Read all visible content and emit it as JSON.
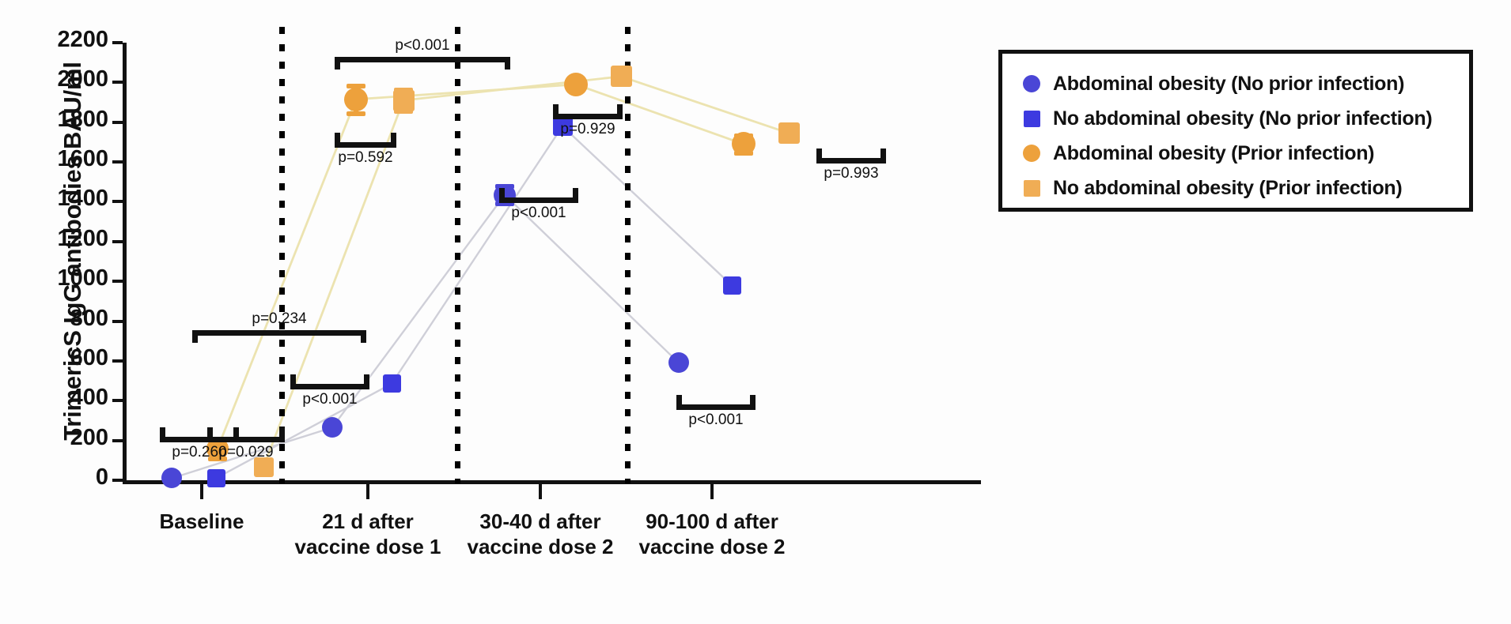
{
  "chart_data": {
    "type": "line",
    "title": "",
    "xlabel": "",
    "ylabel": "TrimericS IgG antibodies BAU/ml",
    "ylim": [
      0,
      2200
    ],
    "ytick_step": 200,
    "grid": false,
    "legend_position": "right",
    "categories": [
      "Baseline",
      "21 d after vaccine dose 1",
      "30-40 d after vaccine dose 2",
      "90-100 d after vaccine dose 2"
    ],
    "ytick_labels": [
      "2200",
      "2000",
      "1800",
      "1600",
      "1400",
      "1200",
      "1000",
      "800",
      "600",
      "400",
      "200",
      "0"
    ],
    "series": [
      {
        "name": "Abdominal obesity (No prior infection)",
        "marker": "circle",
        "color": "#4a46d6",
        "values": [
          10,
          265,
          1435,
          590
        ],
        "errors": [
          0,
          0,
          30,
          0
        ]
      },
      {
        "name": "No abdominal obesity (No prior infection)",
        "marker": "square",
        "color": "#3d3ae0",
        "values": [
          10,
          485,
          1780,
          980
        ],
        "errors": [
          0,
          0,
          0,
          0
        ]
      },
      {
        "name": "Abdominal obesity (Prior infection)",
        "marker": "circle",
        "color": "#edA13c",
        "values": [
          160,
          1915,
          1990,
          1690
        ],
        "errors": [
          35,
          55,
          0,
          30
        ]
      },
      {
        "name": "No abdominal obesity (Prior infection)",
        "marker": "square",
        "color": "#f0ad55",
        "values": [
          65,
          1910,
          2030,
          1745
        ],
        "errors": [
          0,
          40,
          0,
          0
        ]
      }
    ],
    "annotations": [
      {
        "id": "p-baseline-noinf",
        "text": "p=0.260",
        "group": "Baseline, no prior infection (circle vs square)"
      },
      {
        "id": "p-baseline-prior",
        "text": "p=0.029",
        "group": "Baseline, prior infection (circle vs square)"
      },
      {
        "id": "p-baseline-cross",
        "text": "p=0.234",
        "group": "Baseline, no-prior-infection vs prior-infection"
      },
      {
        "id": "p-21d-noinf",
        "text": "p<0.001",
        "group": "21 d, no prior infection (circle vs square)"
      },
      {
        "id": "p-21d-prior",
        "text": "p=0.592",
        "group": "21 d, prior infection (circle vs square)"
      },
      {
        "id": "p-21d-cross",
        "text": "p<0.001",
        "group": "21 d, no-prior-infection vs prior-infection"
      },
      {
        "id": "p-3040d-noinf",
        "text": "p<0.001",
        "group": "30-40 d, no prior infection (circle vs square)"
      },
      {
        "id": "p-3040d-prior",
        "text": "p=0.929",
        "group": "30-40 d, prior infection (circle vs square)"
      },
      {
        "id": "p-90100d-noinf",
        "text": "p<0.001",
        "group": "90-100 d, no prior infection (circle vs square)"
      },
      {
        "id": "p-90100d-prior",
        "text": "p=0.993",
        "group": "90-100 d, prior infection (circle vs square)"
      }
    ],
    "colors": {
      "blue_circle": "#4a46d6",
      "blue_square": "#3d3ae0",
      "orange_circle": "#edA13c",
      "orange_square": "#f0ad55",
      "blue_line": "#cfcfd8",
      "orange_line": "#ece3b0",
      "axis": "#111111"
    }
  },
  "axis": {
    "y_title": "TrimericS IgG antibodies BAU/ml",
    "y_ticks": [
      "2200",
      "2000",
      "1800",
      "1600",
      "1400",
      "1200",
      "1000",
      "800",
      "600",
      "400",
      "200",
      "0"
    ],
    "x_ticks": [
      {
        "line1": "Baseline",
        "line2": ""
      },
      {
        "line1": "21 d after",
        "line2": "vaccine dose 1"
      },
      {
        "line1": "30-40 d after",
        "line2": "vaccine dose 2"
      },
      {
        "line1": "90-100 d after",
        "line2": "vaccine dose 2"
      }
    ]
  },
  "legend": {
    "items": [
      {
        "label": "Abdominal obesity (No prior infection)",
        "marker": "circle",
        "color": "#4a46d6"
      },
      {
        "label": "No abdominal obesity (No prior infection)",
        "marker": "square",
        "color": "#3d3ae0"
      },
      {
        "label": "Abdominal obesity (Prior infection)",
        "marker": "circle",
        "color": "#edA13c"
      },
      {
        "label": "No abdominal obesity (Prior infection)",
        "marker": "square",
        "color": "#f0ad55"
      }
    ]
  },
  "pvalues": {
    "baseline_noinf": "p=0.260",
    "baseline_prior": "p=0.029",
    "baseline_cross": "p=0.234",
    "d21_noinf": "p<0.001",
    "d21_prior": "p=0.592",
    "d21_cross": "p<0.001",
    "d3040_noinf": "p<0.001",
    "d3040_prior": "p=0.929",
    "d90100_noinf": "p<0.001",
    "d90100_prior": "p=0.993"
  }
}
